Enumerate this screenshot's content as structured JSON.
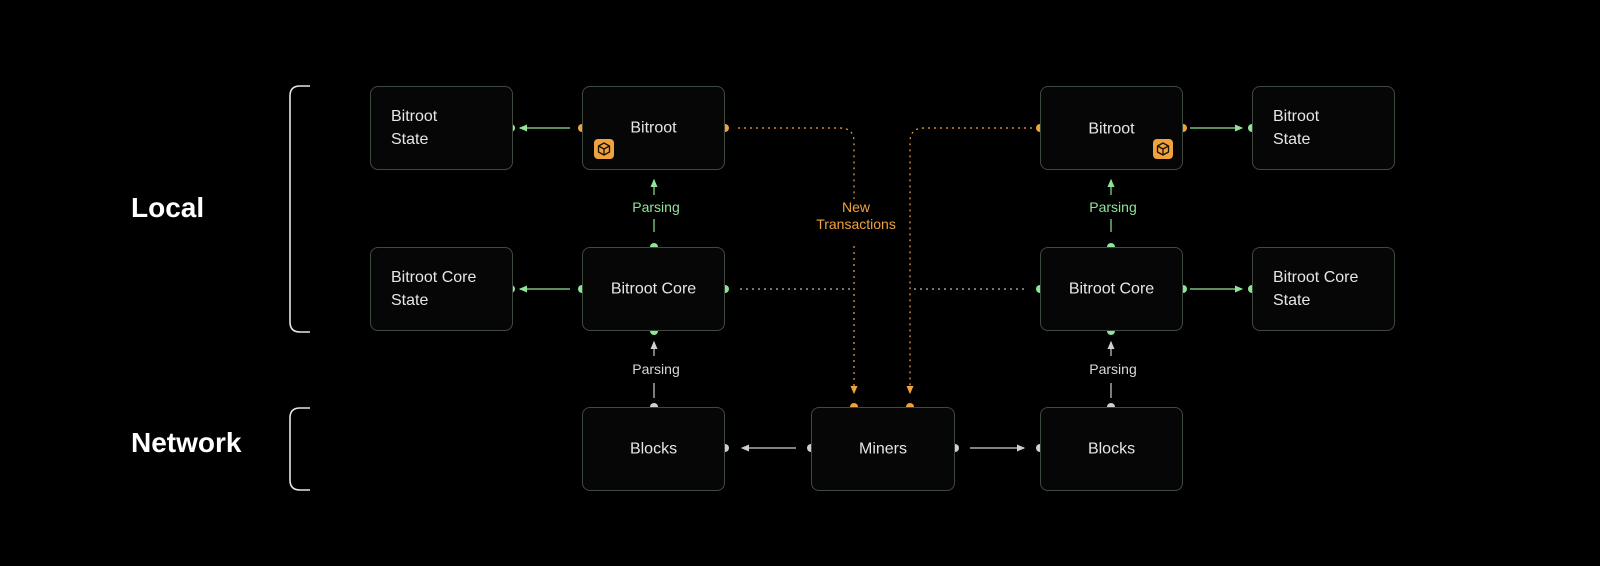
{
  "sections": {
    "local_label": "Local",
    "network_label": "Network"
  },
  "nodes": {
    "left_bitroot": "Bitroot",
    "left_bitroot_state": "Bitroot\nState",
    "left_core": "Bitroot Core",
    "left_core_state": "Bitroot Core\nState",
    "left_blocks": "Blocks",
    "miners": "Miners",
    "right_bitroot": "Bitroot",
    "right_bitroot_state": "Bitroot\nState",
    "right_core": "Bitroot Core",
    "right_core_state": "Bitroot Core\nState",
    "right_blocks": "Blocks"
  },
  "edge_labels": {
    "left_parsing_top": "Parsing",
    "left_parsing_bottom": "Parsing",
    "right_parsing_top": "Parsing",
    "right_parsing_bottom": "Parsing",
    "new_transactions": "New\nTransactions"
  },
  "icons": {
    "bitroot_badge": "cube-icon"
  },
  "colors": {
    "green": "#8fe49a",
    "orange": "#f0a23c",
    "grey": "#cfcfcf",
    "box_border": "#3f4a3f"
  }
}
